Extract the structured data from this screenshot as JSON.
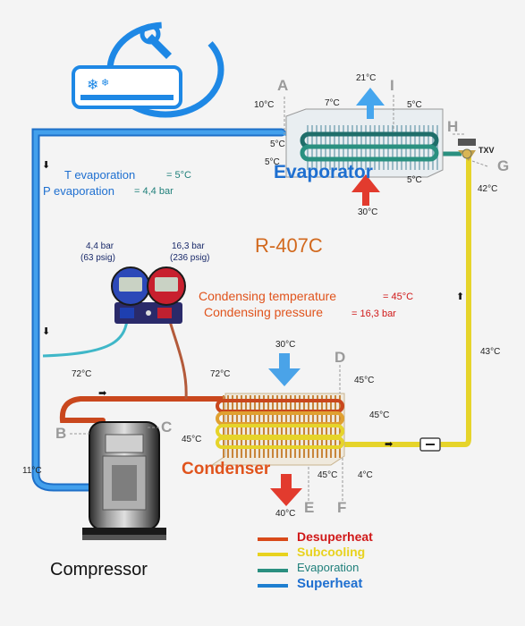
{
  "refrigerant": "R-407C",
  "evaporation": {
    "t_label": "T evaporation",
    "t_value": "= 5°C",
    "p_label": "P evaporation",
    "p_value": "= 4,4 bar"
  },
  "condensing": {
    "t_label": "Condensing temperature",
    "t_value": "= 45°C",
    "p_label": "Condensing pressure",
    "p_value": "= 16,3 bar"
  },
  "gauges": {
    "low_bar": "4,4 bar",
    "low_psig": "(63 psig)",
    "high_bar": "16,3 bar",
    "high_psig": "(236 psig)"
  },
  "components": {
    "evaporator": "Evaporator",
    "condenser": "Condenser",
    "compressor": "Compressor",
    "txv": "TXV"
  },
  "points": [
    "A",
    "B",
    "C",
    "D",
    "E",
    "F",
    "G",
    "H",
    "I"
  ],
  "temps": {
    "air_out_evap": "21°C",
    "a_10": "10°C",
    "evap_7": "7°C",
    "evap_5_top": "5°C",
    "evap_5_in_left": "5°C",
    "evap_5_left": "5°C",
    "evap_5_bottom": "5°C",
    "air_in_evap": "30°C",
    "txv_42": "42°C",
    "liquid_43": "43°C",
    "air_in_cond": "30°C",
    "disch_72_left": "72°C",
    "disch_72_mid": "72°C",
    "cond_45_top": "45°C",
    "cond_45_right": "45°C",
    "cond_45_left": "45°C",
    "cond_45_bottom": "45°C",
    "cond_4": "4°C",
    "air_out_cond": "40°C",
    "suction_11": "11°C"
  },
  "legend": {
    "items": [
      {
        "label": "Desuperheat",
        "color": "#d94a1a",
        "text_color": "#d01818"
      },
      {
        "label": "Subcooling",
        "color": "#e8d21e",
        "text_color": "#e8d21e"
      },
      {
        "label": "Evaporation",
        "color": "#2a8f80",
        "text_color": "#1f7f7a"
      },
      {
        "label": "Superheat",
        "color": "#1e7fd0",
        "text_color": "#1e6fd0"
      }
    ]
  },
  "colors": {
    "superheat": "#2f8fe0",
    "desuperheat": "#d5491e",
    "subcooling": "#e6d42a",
    "evaporation": "#2a9080",
    "hot_arrow": "#e23b2e",
    "cold_arrow": "#4aa3e8",
    "label_orange": "#e0531c",
    "label_blue": "#1e6fd0"
  }
}
